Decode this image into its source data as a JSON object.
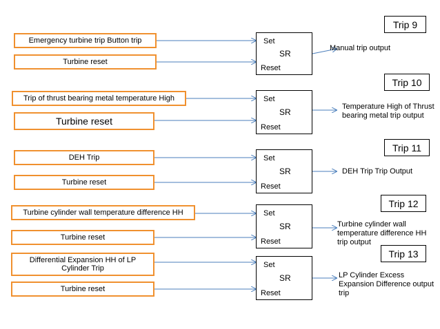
{
  "trips": [
    {
      "label": "Trip 9",
      "set_input": "Emergency turbine trip Button trip",
      "reset_input": "Turbine reset",
      "sr": {
        "set": "Set",
        "label": "SR",
        "reset": "Reset"
      },
      "output": "Manual trip output"
    },
    {
      "label": "Trip 10",
      "set_input": "Trip of thrust bearing metal temperature High",
      "reset_input": "Turbine reset",
      "sr": {
        "set": "Set",
        "label": "SR",
        "reset": "Reset"
      },
      "output": "Temperature High of Thrust bearing metal trip output"
    },
    {
      "label": "Trip 11",
      "set_input": "DEH Trip",
      "reset_input": "Turbine reset",
      "sr": {
        "set": "Set",
        "label": "SR",
        "reset": "Reset"
      },
      "output": "DEH Trip Trip Output"
    },
    {
      "label": "Trip 12",
      "set_input": "Turbine cylinder wall temperature difference HH",
      "reset_input": "Turbine reset",
      "sr": {
        "set": "Set",
        "label": "SR",
        "reset": "Reset"
      },
      "output": "Turbine cylinder wall temperature difference HH trip output"
    },
    {
      "label": "Trip 13",
      "set_input": "Differential Expansion HH of LP Cylinder Trip",
      "reset_input": "Turbine reset",
      "sr": {
        "set": "Set",
        "label": "SR",
        "reset": "Reset"
      },
      "output": "LP Cylinder Excess Expansion Difference output trip"
    }
  ],
  "colors": {
    "input_border": "#f0902e",
    "arrow": "#4a7ebb",
    "block_border": "#000000"
  }
}
